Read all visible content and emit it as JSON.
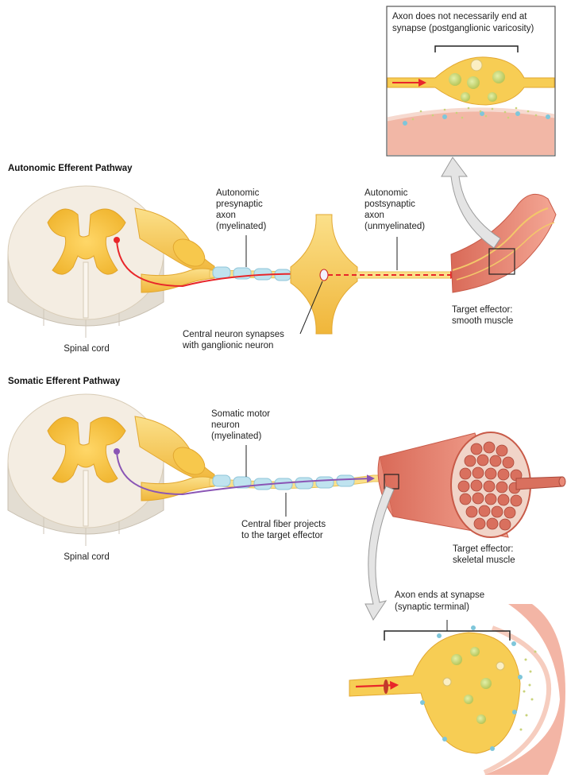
{
  "autonomic": {
    "heading": "Autonomic Efferent Pathway",
    "spinal_cord": "Spinal cord",
    "presynaptic": "Autonomic\npresynaptic\naxon\n(myelinated)",
    "postsynaptic": "Autonomic\npostsynaptic\naxon\n(unmyelinated)",
    "synapse_note": "Central neuron synapses\nwith ganglionic neuron",
    "target": "Target effector:\nsmooth muscle",
    "inset_caption": "Axon does not necessarily end at\nsynapse (postganglionic varicosity)"
  },
  "somatic": {
    "heading": "Somatic Efferent Pathway",
    "spinal_cord": "Spinal cord",
    "motor_neuron": "Somatic motor\nneuron\n(myelinated)",
    "central_fiber": "Central fiber projects\nto the target effector",
    "target": "Target effector:\nskeletal muscle",
    "inset_caption": "Axon ends at synapse\n(synaptic terminal)"
  },
  "colors": {
    "gray_matter": "#f5c342",
    "white_matter": "#f4ede2",
    "nerve": "#f9d26a",
    "myelin": "#bfe3ef",
    "axon_red": "#e8262a",
    "axon_purple": "#8a55b5",
    "muscle": "#e98a78",
    "frame": "#555555"
  }
}
